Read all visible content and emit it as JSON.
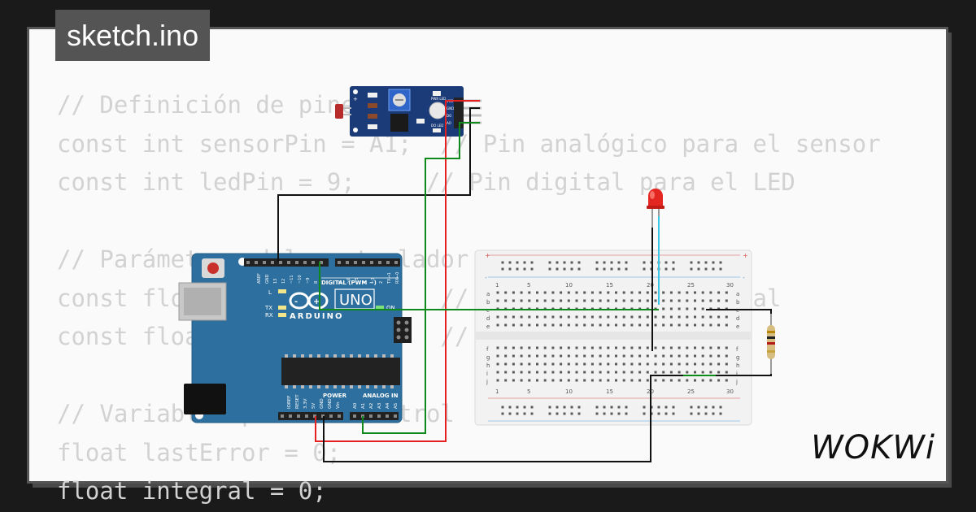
{
  "title_tab": "sketch.ino",
  "code_lines": [
    "// Definición de pines",
    "const int sensorPin = A1;  // Pin analógico para el sensor",
    "const int ledPin = 9;     // Pin digital para el LED",
    "",
    "// Parámetros del controlador PD",
    "const float Kp = 2.0;      // Ganancia proporcional",
    "const float Kd = 1.0;      // Ganancia derivativa",
    "",
    "// Variables para el control",
    "float lastError = 0;",
    "float integral = 0;"
  ],
  "sensor_module": {
    "pin_labels": [
      "VCC",
      "GND",
      "DO",
      "AO"
    ],
    "led_labels": [
      "PWR LED",
      "DO LED"
    ]
  },
  "arduino": {
    "model": "UNO",
    "brand": "ARDUINO",
    "header_digital": "DIGITAL (PWM ~)",
    "header_power": "POWER",
    "header_analog": "ANALOG IN",
    "led_labels": [
      "L",
      "TX",
      "RX",
      "ON"
    ],
    "top_pins": [
      "AREF",
      "GND",
      "13",
      "12",
      "~11",
      "~10",
      "~9",
      "8",
      "7",
      "~6",
      "~5",
      "4",
      "~3",
      "2",
      "TX→1",
      "RX←0"
    ],
    "power_pins": [
      "IOREF",
      "RESET",
      "3.3V",
      "5V",
      "GND",
      "GND",
      "Vin"
    ],
    "analog_pins": [
      "A0",
      "A1",
      "A2",
      "A3",
      "A4",
      "A5"
    ]
  },
  "breadboard": {
    "column_numbers": [
      "1",
      "5",
      "10",
      "15",
      "20",
      "25",
      "30"
    ],
    "row_letters_top": [
      "a",
      "b",
      "c",
      "d",
      "e"
    ],
    "row_letters_bottom": [
      "f",
      "g",
      "h",
      "i",
      "j"
    ]
  },
  "logo": "WOKWi",
  "colors": {
    "background": "#1a1a1a",
    "card": "#fafafa",
    "code_text": "#d2d2d2",
    "arduino_board": "#2d6f9e",
    "sensor_board": "#1b3a78",
    "wire_red": "#e52020",
    "wire_green": "#0f8a1a",
    "wire_black": "#111111",
    "wire_cyan": "#39c5e6",
    "led_red": "#e3261f"
  }
}
